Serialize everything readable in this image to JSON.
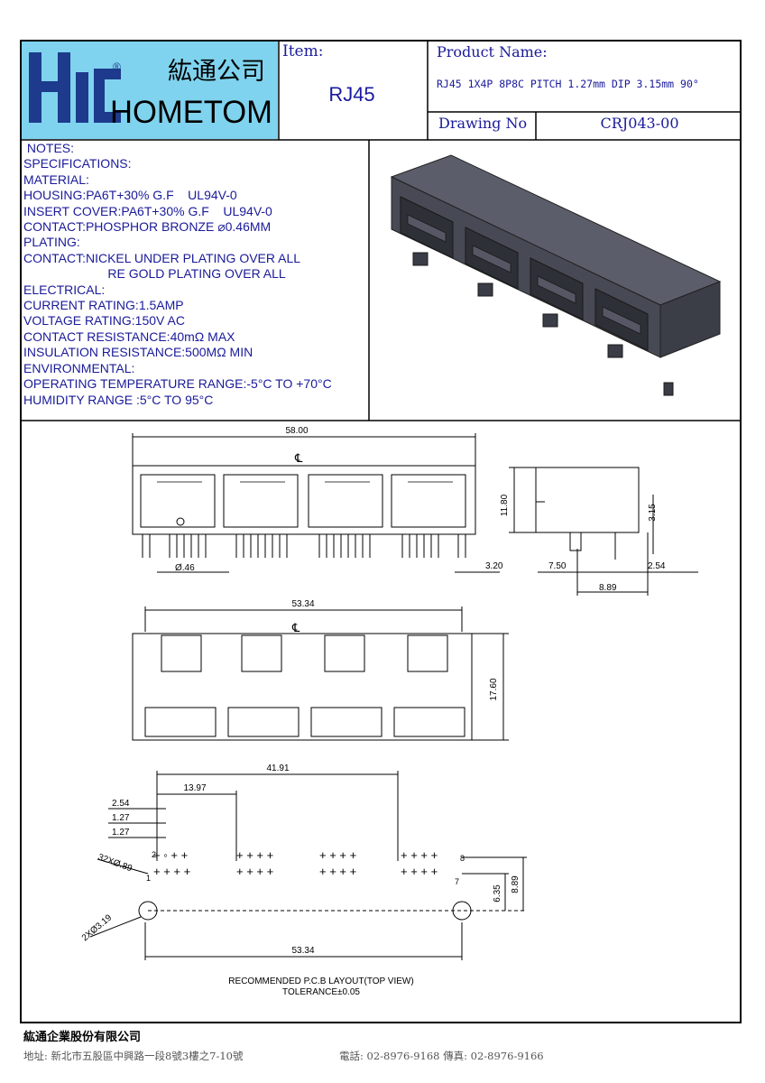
{
  "header": {
    "logo_letters": "HIC",
    "logo_registered": "®",
    "logo_chinese": "紘通公司",
    "logo_english": "HOMETOM",
    "item_label": "Item:",
    "item_value": "RJ45",
    "product_name_label": "Product Name:",
    "product_name_value": "RJ45 1X4P 8P8C PITCH 1.27mm DIP 3.15mm 90°",
    "drawing_no_label": "Drawing No",
    "drawing_no_value": "CRJ043-00"
  },
  "notes": [
    " NOTES:",
    "SPECIFICATIONS:",
    "MATERIAL:",
    "HOUSING:PA6T+30% G.F    UL94V-0",
    "INSERT COVER:PA6T+30% G.F    UL94V-0",
    "CONTACT:PHOSPHOR BRONZE ⌀0.46MM",
    "PLATING:",
    "CONTACT:NICKEL UNDER PLATING OVER ALL",
    "                        RE GOLD PLATING OVER ALL",
    "ELECTRICAL:",
    "CURRENT RATING:1.5AMP",
    "VOLTAGE RATING:150V AC",
    "CONTACT RESISTANCE:40mΩ MAX",
    "INSULATION RESISTANCE:500MΩ MIN",
    "ENVIRONMENTAL:",
    "OPERATING TEMPERATURE RANGE:-5°C TO +70°C",
    "HUMIDITY RANGE :5°C TO 95°C"
  ],
  "drawing": {
    "centerline": "℄",
    "front": {
      "width": "58.00",
      "pin_dia": "Ø.46",
      "offset": "3.20"
    },
    "side": {
      "height": "11.80",
      "pin_len": "3.15",
      "d1": "7.50",
      "d2": "2.54",
      "d3": "8.89"
    },
    "top": {
      "width": "53.34",
      "depth": "17.60"
    },
    "pcb": {
      "span": "41.91",
      "pitch_port": "13.97",
      "d254": "2.54",
      "d127a": "1.27",
      "d127b": "1.27",
      "holes": "32XØ.89",
      "mount_holes": "2XØ3.19",
      "d635": "6.35",
      "d889": "8.89",
      "width": "53.34",
      "pin_label_2": "2",
      "pin_label_1": "1",
      "pin_label_8": "8",
      "pin_label_7": "7",
      "title": "RECOMMENDED P.C.B LAYOUT(TOP VIEW)",
      "tolerance": "TOLERANCE±0.05"
    }
  },
  "footer": {
    "company": "紘通企業股份有限公司",
    "address": "地址: 新北市五股區中興路一段8號3樓之7-10號",
    "phone": "電話: 02-8976-9168   傳真: 02-8976-9166"
  },
  "colors": {
    "logo_bg": "#7fd3ee",
    "logo_fg": "#1d3a8c",
    "text_blue": "#1a1a9a",
    "housing": "#4a4c58"
  }
}
